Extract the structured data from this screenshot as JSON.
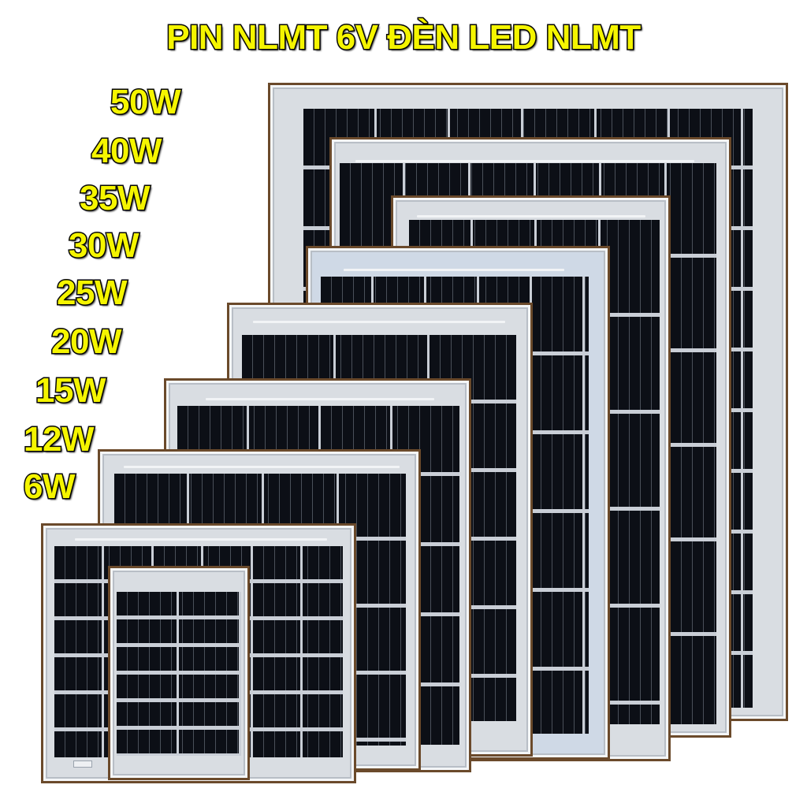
{
  "banner": {
    "title": "PIN NLMT 6V ĐÈN LED NLMT",
    "title_color": "#f5f500",
    "outline_color": "#0a0a0a"
  },
  "wattage_labels": [
    "50W",
    "40W",
    "35W",
    "30W",
    "25W",
    "20W",
    "15W",
    "12W",
    "6W"
  ],
  "panels": [
    {
      "id": "50w",
      "label": "50W"
    },
    {
      "id": "40w",
      "label": "40W"
    },
    {
      "id": "35w",
      "label": "35W"
    },
    {
      "id": "30w",
      "label": "30W"
    },
    {
      "id": "25w",
      "label": "25W"
    },
    {
      "id": "20w",
      "label": "20W"
    },
    {
      "id": "15w",
      "label": "15W"
    },
    {
      "id": "12w",
      "label": "12W"
    },
    {
      "id": "6w",
      "label": "6W"
    }
  ],
  "colors": {
    "frame_border": "#6b4a2b",
    "frame_fill": "#d9dde2",
    "cell": "#0c0f16",
    "background": "#ffffff"
  }
}
